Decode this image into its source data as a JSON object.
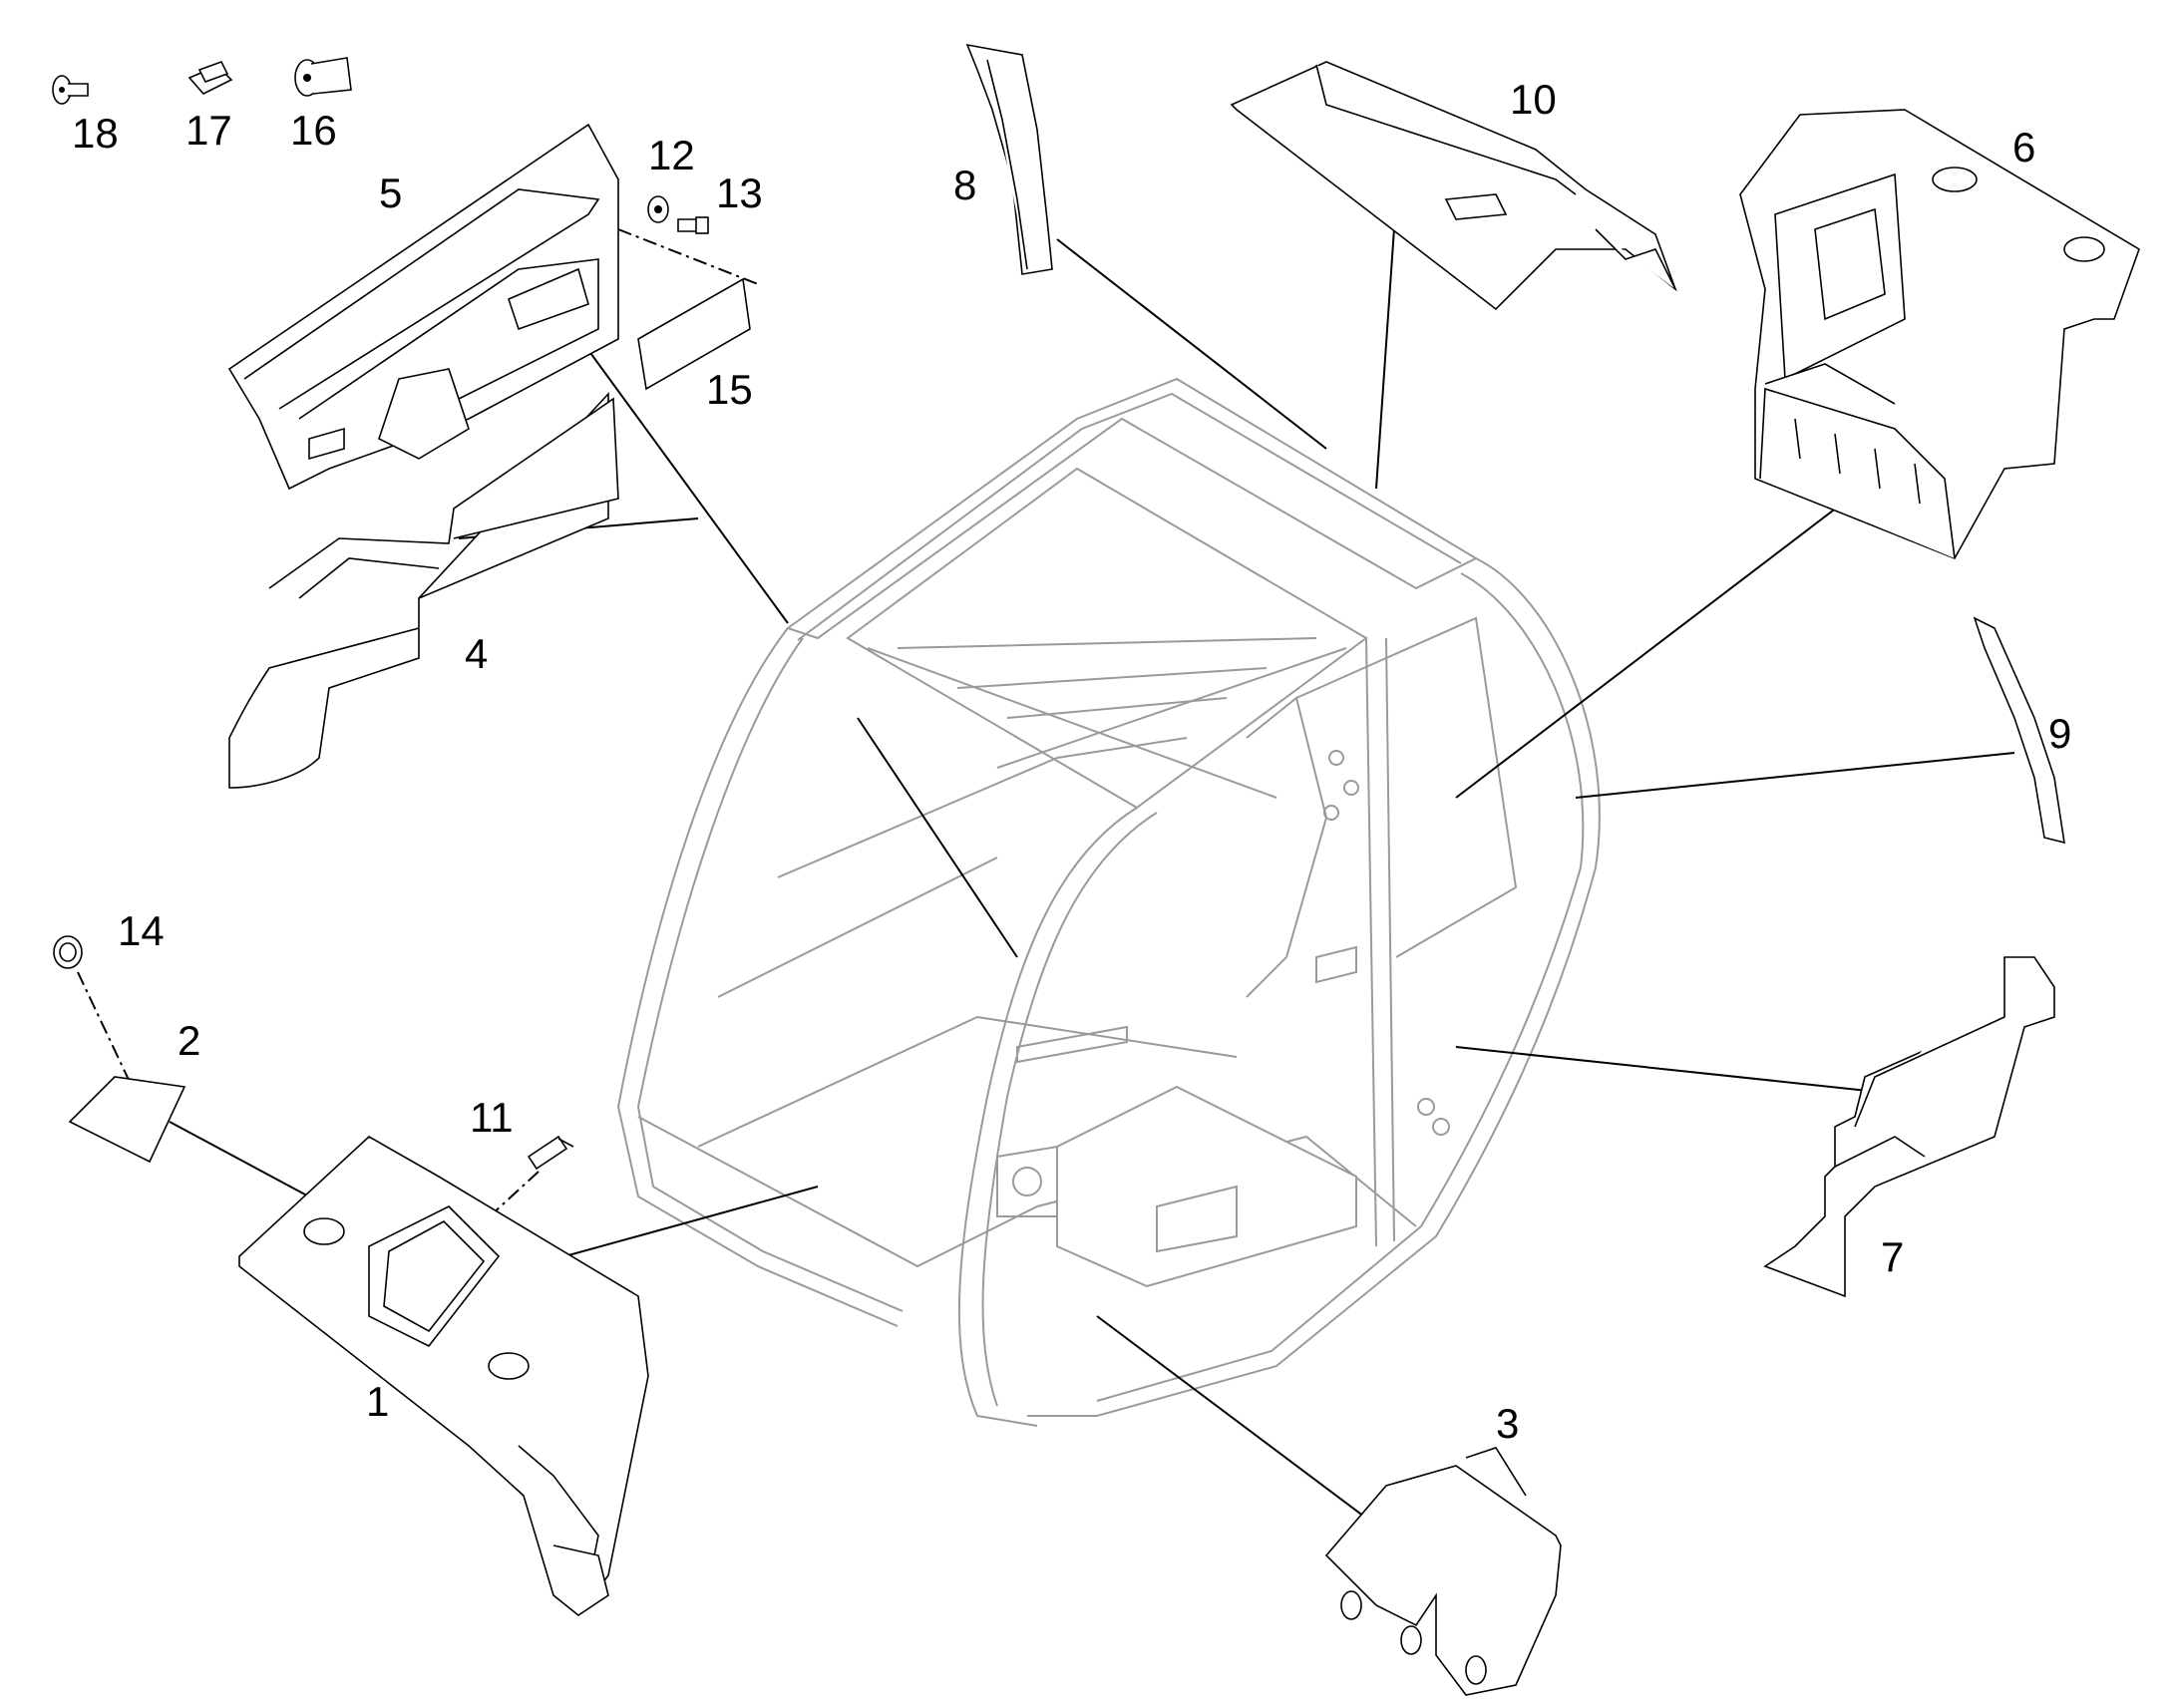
{
  "diagram": {
    "type": "exploded parts diagram",
    "line_color": "#000000",
    "frame_color": "#9a9a9a",
    "background": "#ffffff"
  },
  "labels": {
    "p1": "1",
    "p2": "2",
    "p3": "3",
    "p4": "4",
    "p5": "5",
    "p6": "6",
    "p7": "7",
    "p8": "8",
    "p9": "9",
    "p10": "10",
    "p11": "11",
    "p12": "12",
    "p13": "13",
    "p14": "14",
    "p15": "15",
    "p16": "16",
    "p17": "17",
    "p18": "18"
  }
}
